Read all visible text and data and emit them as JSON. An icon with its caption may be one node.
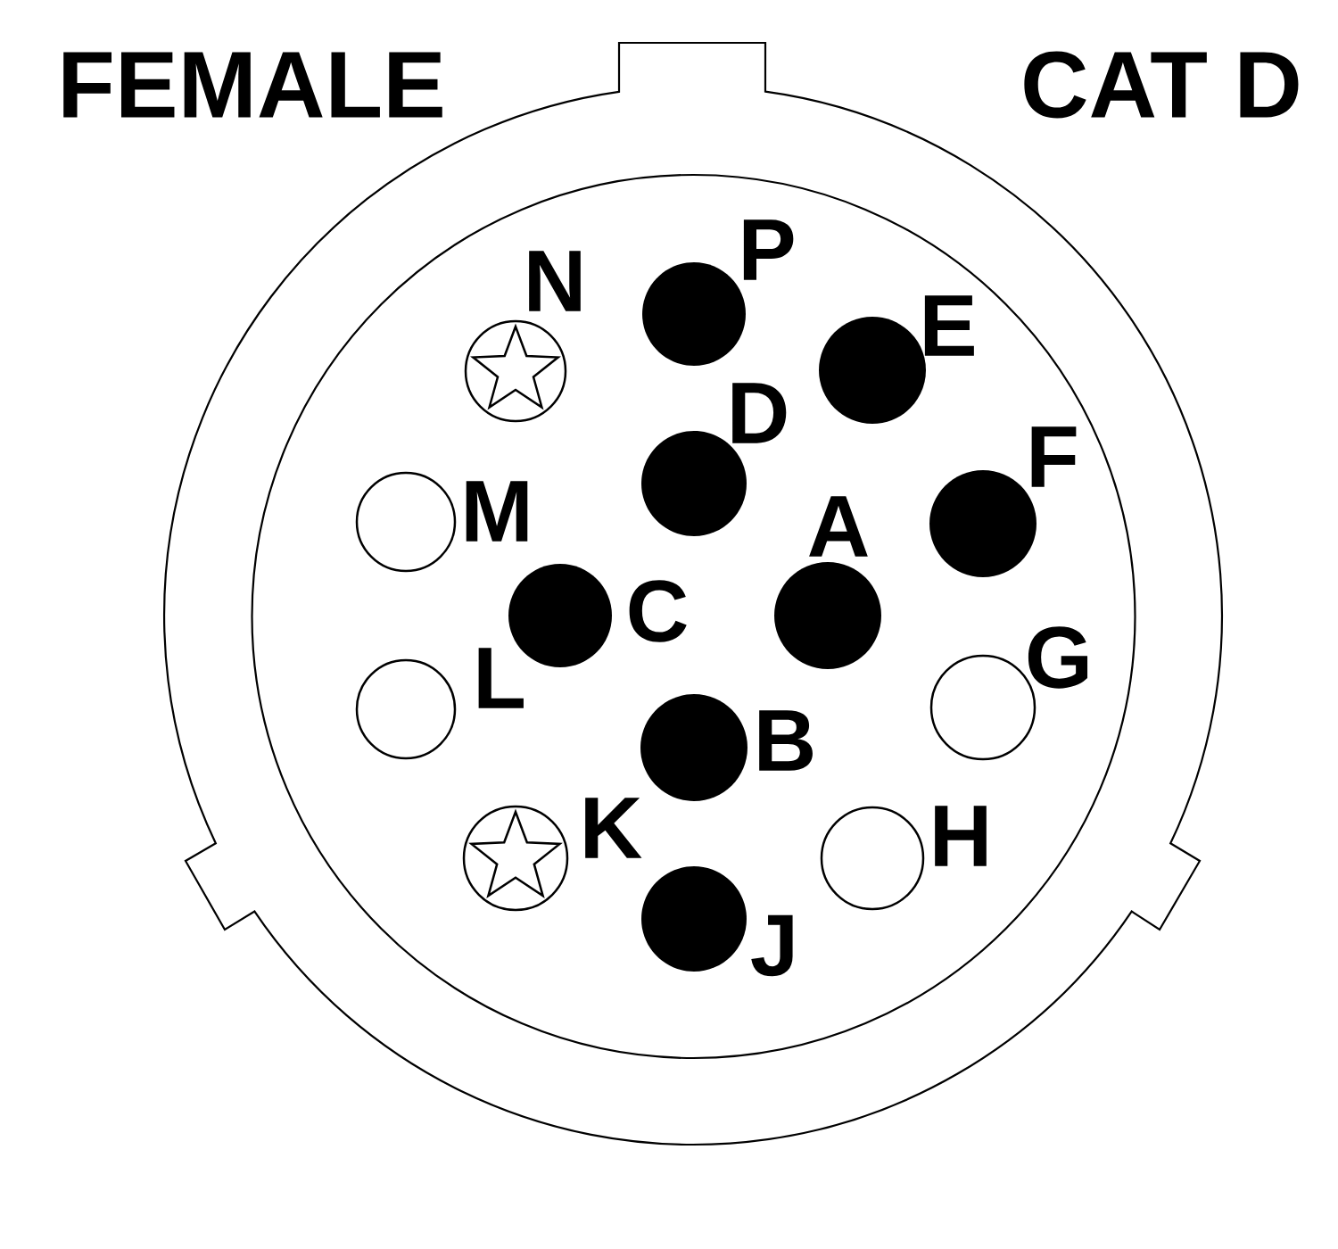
{
  "diagram": {
    "nodes": [
      {
        "text": [
          "P"
        ]
      },
      {
        "text": [
          "N"
        ]
      },
      {
        "text": [
          "E"
        ]
      },
      {
        "text": [
          "D"
        ]
      },
      {
        "text": [
          "M"
        ]
      },
      {
        "text": [
          "F"
        ]
      },
      {
        "text": [
          "C"
        ]
      },
      {
        "text": [
          "A"
        ]
      },
      {
        "text": [
          "L"
        ]
      },
      {
        "text": [
          "G"
        ]
      },
      {
        "text": [
          "B"
        ]
      },
      {
        "text": [
          "K"
        ]
      },
      {
        "text": [
          "H"
        ]
      },
      {
        "text": [
          "J"
        ]
      }
    ],
    "labels": [
      "FEMALE",
      "CAT D"
    ]
  }
}
